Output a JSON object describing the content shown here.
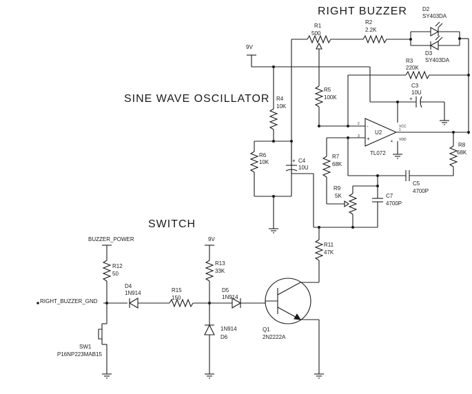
{
  "titles": {
    "right_buzzer": "RIGHT BUZZER",
    "sine_wave_oscillator": "SINE WAVE OSCILLATOR",
    "switch": "SWITCH"
  },
  "nets": {
    "vcc_top": "9V",
    "vcc_switch": "9V",
    "buzzer_power": "BUZZER_POWER",
    "right_buzzer_gnd": "RIGHT_BUZZER_GND"
  },
  "components": {
    "R1": {
      "ref": "R1",
      "value": "500"
    },
    "R2": {
      "ref": "R2",
      "value": "2.2K"
    },
    "R3": {
      "ref": "R3",
      "value": "220K"
    },
    "R4": {
      "ref": "R4",
      "value": "10K"
    },
    "R5": {
      "ref": "R5",
      "value": "100K"
    },
    "R6": {
      "ref": "R6",
      "value": "10K"
    },
    "R7": {
      "ref": "R7",
      "value": "68K"
    },
    "R8": {
      "ref": "R8",
      "value": "68K"
    },
    "R9": {
      "ref": "R9",
      "value": "5K"
    },
    "R11": {
      "ref": "R11",
      "value": "47K"
    },
    "R12": {
      "ref": "R12",
      "value": "50"
    },
    "R13": {
      "ref": "R13",
      "value": "33K"
    },
    "R15": {
      "ref": "R15",
      "value": "150"
    },
    "C3": {
      "ref": "C3",
      "value": "10U"
    },
    "C4": {
      "ref": "C4",
      "value": "10U"
    },
    "C5": {
      "ref": "C5",
      "value": "4700P"
    },
    "C7": {
      "ref": "C7",
      "value": "4700P"
    },
    "D2": {
      "ref": "D2",
      "value": "SY403DA"
    },
    "D3": {
      "ref": "D3",
      "value": "SY403DA"
    },
    "D4": {
      "ref": "D4",
      "value": "1N914"
    },
    "D5": {
      "ref": "D5",
      "value": "1N914"
    },
    "D6": {
      "ref": "D6",
      "value": "1N914"
    },
    "Q1": {
      "ref": "Q1",
      "value": "2N2222A"
    },
    "U2": {
      "ref": "U2",
      "value": "TL072"
    },
    "SW1": {
      "ref": "SW1",
      "value": "P16NP223MAB15"
    }
  },
  "opamp_pins": {
    "inv": "2",
    "noninv": "3",
    "out": "1",
    "gnd": "4",
    "vcc": "VCC",
    "vdd": "VDD",
    "plus": "+",
    "minus": "-"
  },
  "polarity": {
    "plus": "+"
  }
}
